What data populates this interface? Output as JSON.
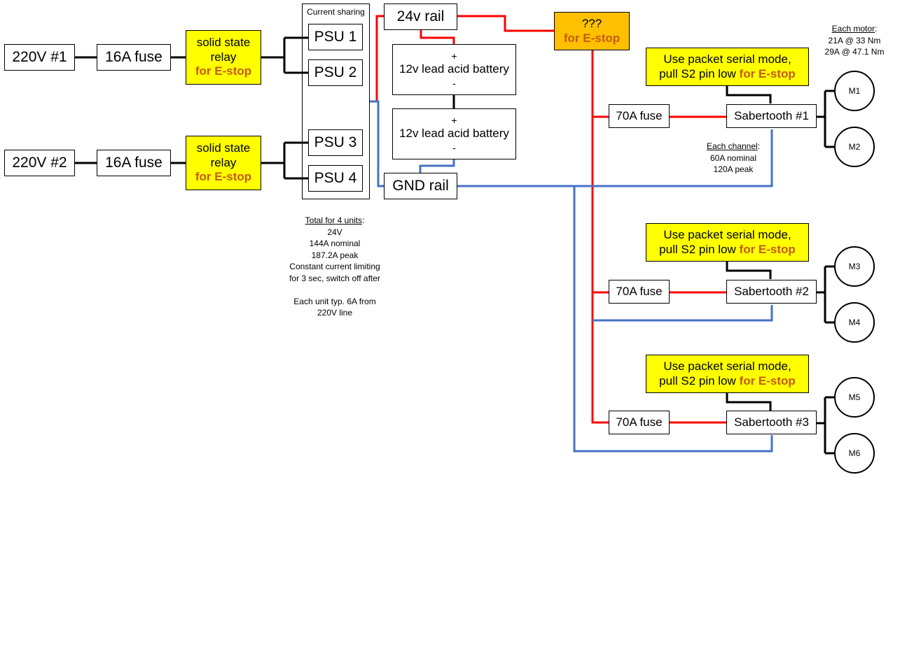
{
  "sources": [
    {
      "line": "220V #1",
      "fuse": "16A fuse"
    },
    {
      "line": "220V #2",
      "fuse": "16A fuse"
    }
  ],
  "relay": {
    "label": "solid state relay",
    "estop": "for E-stop"
  },
  "psu": {
    "group_label": "Current sharing",
    "units": [
      "PSU 1",
      "PSU 2",
      "PSU 3",
      "PSU 4"
    ]
  },
  "rails": {
    "positive": "24v rail",
    "ground": "GND rail"
  },
  "battery": {
    "label": "12v lead acid battery",
    "plus": "+",
    "minus": "-"
  },
  "estop_switch": {
    "label": "???",
    "estop": "for E-stop"
  },
  "controllers": [
    {
      "name": "Sabertooth #1",
      "fuse": "70A fuse",
      "mode_note": "Use packet serial mode,",
      "pin_note": "pull S2 pin low",
      "estop": "for E-stop",
      "motors": [
        "M1",
        "M2"
      ]
    },
    {
      "name": "Sabertooth #2",
      "fuse": "70A fuse",
      "mode_note": "Use packet serial mode,",
      "pin_note": "pull S2 pin low",
      "estop": "for E-stop",
      "motors": [
        "M3",
        "M4"
      ]
    },
    {
      "name": "Sabertooth #3",
      "fuse": "70A fuse",
      "mode_note": "Use packet serial mode,",
      "pin_note": "pull S2 pin low",
      "estop": "for E-stop",
      "motors": [
        "M5",
        "M6"
      ]
    }
  ],
  "notes": {
    "motor": {
      "heading": "Each motor",
      "lines": [
        "21A @ 33 Nm",
        "29A @ 47.1 Nm"
      ]
    },
    "channel": {
      "heading": "Each channel",
      "lines": [
        "60A nominal",
        "120A peak"
      ]
    },
    "psu_total": {
      "heading": "Total for 4 units",
      "lines": [
        "24V",
        "144A nominal",
        "187.2A peak",
        "Constant current limiting",
        "for 3 sec, switch off after",
        "",
        "Each unit typ. 6A from",
        "220V line"
      ]
    }
  },
  "colors": {
    "positive_wire": "#ff0000",
    "ground_wire": "#4472c4",
    "ac_wire": "#000000",
    "estop_text": "#c55a11",
    "note_fill": "#ffff00",
    "switch_fill": "#ffc000"
  }
}
